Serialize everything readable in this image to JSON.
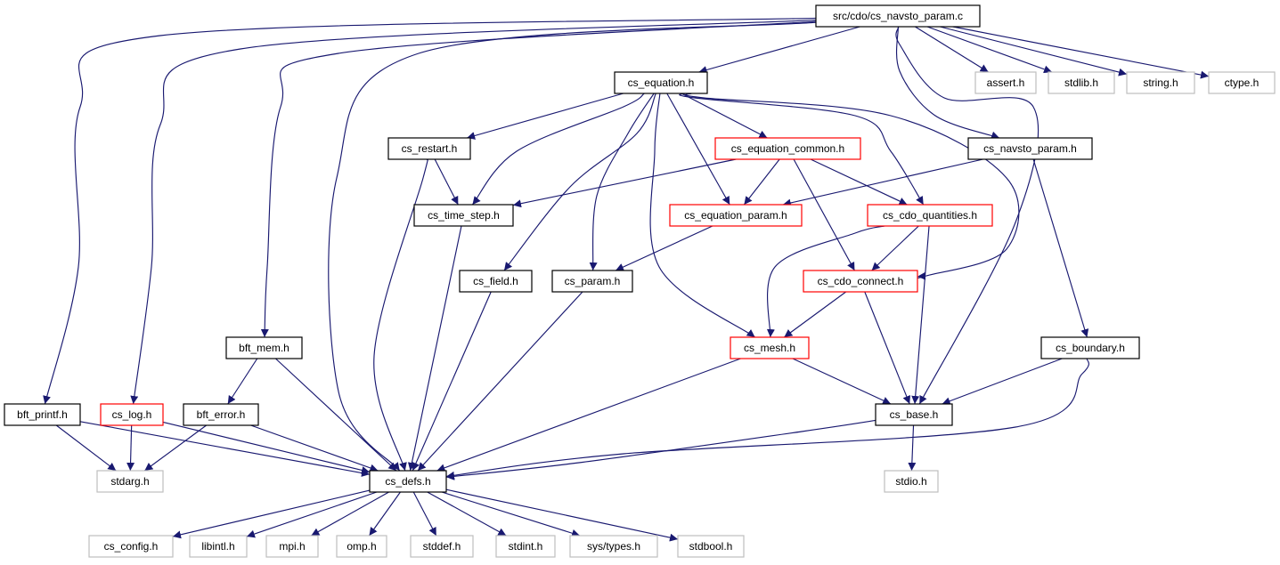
{
  "colors": {
    "edge": "#191970",
    "root_fill": "#bfbfbf",
    "border_normal": "#000000",
    "border_red": "#ff0000",
    "border_gray": "#bfbfbf"
  },
  "nodes": [
    {
      "id": "root",
      "label": "src/cdo/cs_navsto_param.c",
      "style": "root"
    },
    {
      "id": "cs_equation",
      "label": "cs_equation.h",
      "style": "normal"
    },
    {
      "id": "assert",
      "label": "assert.h",
      "style": "gray"
    },
    {
      "id": "stdlib",
      "label": "stdlib.h",
      "style": "gray"
    },
    {
      "id": "string",
      "label": "string.h",
      "style": "gray"
    },
    {
      "id": "ctype",
      "label": "ctype.h",
      "style": "gray"
    },
    {
      "id": "cs_restart",
      "label": "cs_restart.h",
      "style": "normal"
    },
    {
      "id": "cs_equation_common",
      "label": "cs_equation_common.h",
      "style": "red"
    },
    {
      "id": "cs_navsto_param_h",
      "label": "cs_navsto_param.h",
      "style": "normal"
    },
    {
      "id": "cs_time_step",
      "label": "cs_time_step.h",
      "style": "normal"
    },
    {
      "id": "cs_equation_param",
      "label": "cs_equation_param.h",
      "style": "red"
    },
    {
      "id": "cs_cdo_quantities",
      "label": "cs_cdo_quantities.h",
      "style": "red"
    },
    {
      "id": "cs_field",
      "label": "cs_field.h",
      "style": "normal"
    },
    {
      "id": "cs_param",
      "label": "cs_param.h",
      "style": "normal"
    },
    {
      "id": "cs_cdo_connect",
      "label": "cs_cdo_connect.h",
      "style": "red"
    },
    {
      "id": "bft_mem",
      "label": "bft_mem.h",
      "style": "normal"
    },
    {
      "id": "cs_mesh",
      "label": "cs_mesh.h",
      "style": "red"
    },
    {
      "id": "cs_boundary",
      "label": "cs_boundary.h",
      "style": "normal"
    },
    {
      "id": "bft_printf",
      "label": "bft_printf.h",
      "style": "normal"
    },
    {
      "id": "cs_log",
      "label": "cs_log.h",
      "style": "red"
    },
    {
      "id": "bft_error",
      "label": "bft_error.h",
      "style": "normal"
    },
    {
      "id": "cs_base",
      "label": "cs_base.h",
      "style": "normal"
    },
    {
      "id": "stdarg",
      "label": "stdarg.h",
      "style": "gray"
    },
    {
      "id": "cs_defs",
      "label": "cs_defs.h",
      "style": "normal"
    },
    {
      "id": "stdio",
      "label": "stdio.h",
      "style": "gray"
    },
    {
      "id": "cs_config",
      "label": "cs_config.h",
      "style": "gray"
    },
    {
      "id": "libintl",
      "label": "libintl.h",
      "style": "gray"
    },
    {
      "id": "mpi",
      "label": "mpi.h",
      "style": "gray"
    },
    {
      "id": "omp",
      "label": "omp.h",
      "style": "gray"
    },
    {
      "id": "stddef",
      "label": "stddef.h",
      "style": "gray"
    },
    {
      "id": "stdint",
      "label": "stdint.h",
      "style": "gray"
    },
    {
      "id": "sys_types",
      "label": "sys/types.h",
      "style": "gray"
    },
    {
      "id": "stdbool",
      "label": "stdbool.h",
      "style": "gray"
    }
  ],
  "edges": [
    [
      "root",
      "cs_equation"
    ],
    [
      "root",
      "assert"
    ],
    [
      "root",
      "stdlib"
    ],
    [
      "root",
      "string"
    ],
    [
      "root",
      "ctype"
    ],
    [
      "root",
      "cs_navsto_param_h"
    ],
    [
      "root",
      "cs_base"
    ],
    [
      "root",
      "bft_printf"
    ],
    [
      "root",
      "cs_log"
    ],
    [
      "root",
      "bft_mem"
    ],
    [
      "root",
      "cs_defs"
    ],
    [
      "cs_equation",
      "cs_restart"
    ],
    [
      "cs_equation",
      "cs_time_step"
    ],
    [
      "cs_equation",
      "cs_field"
    ],
    [
      "cs_equation",
      "cs_param"
    ],
    [
      "cs_equation",
      "cs_equation_common"
    ],
    [
      "cs_equation",
      "cs_equation_param"
    ],
    [
      "cs_equation",
      "cs_mesh"
    ],
    [
      "cs_equation",
      "cs_cdo_quantities"
    ],
    [
      "cs_equation",
      "cs_cdo_connect"
    ],
    [
      "cs_restart",
      "cs_time_step"
    ],
    [
      "cs_restart",
      "cs_defs"
    ],
    [
      "cs_equation_common",
      "cs_time_step"
    ],
    [
      "cs_equation_common",
      "cs_equation_param"
    ],
    [
      "cs_equation_common",
      "cs_cdo_quantities"
    ],
    [
      "cs_equation_common",
      "cs_cdo_connect"
    ],
    [
      "cs_navsto_param_h",
      "cs_equation_param"
    ],
    [
      "cs_navsto_param_h",
      "cs_boundary"
    ],
    [
      "cs_time_step",
      "cs_defs"
    ],
    [
      "cs_equation_param",
      "cs_param"
    ],
    [
      "cs_cdo_quantities",
      "cs_cdo_connect"
    ],
    [
      "cs_cdo_quantities",
      "cs_mesh"
    ],
    [
      "cs_cdo_quantities",
      "cs_base"
    ],
    [
      "cs_field",
      "cs_defs"
    ],
    [
      "cs_param",
      "cs_defs"
    ],
    [
      "cs_cdo_connect",
      "cs_mesh"
    ],
    [
      "cs_cdo_connect",
      "cs_base"
    ],
    [
      "bft_mem",
      "bft_error"
    ],
    [
      "bft_mem",
      "cs_defs"
    ],
    [
      "cs_mesh",
      "cs_base"
    ],
    [
      "cs_mesh",
      "cs_defs"
    ],
    [
      "cs_boundary",
      "cs_base"
    ],
    [
      "cs_boundary",
      "cs_defs"
    ],
    [
      "bft_printf",
      "stdarg"
    ],
    [
      "bft_printf",
      "cs_defs"
    ],
    [
      "cs_log",
      "stdarg"
    ],
    [
      "cs_log",
      "cs_defs"
    ],
    [
      "bft_error",
      "stdarg"
    ],
    [
      "bft_error",
      "cs_defs"
    ],
    [
      "cs_base",
      "cs_defs"
    ],
    [
      "cs_base",
      "stdio"
    ],
    [
      "cs_defs",
      "cs_config"
    ],
    [
      "cs_defs",
      "libintl"
    ],
    [
      "cs_defs",
      "mpi"
    ],
    [
      "cs_defs",
      "omp"
    ],
    [
      "cs_defs",
      "stddef"
    ],
    [
      "cs_defs",
      "stdint"
    ],
    [
      "cs_defs",
      "sys_types"
    ],
    [
      "cs_defs",
      "stdbool"
    ]
  ]
}
